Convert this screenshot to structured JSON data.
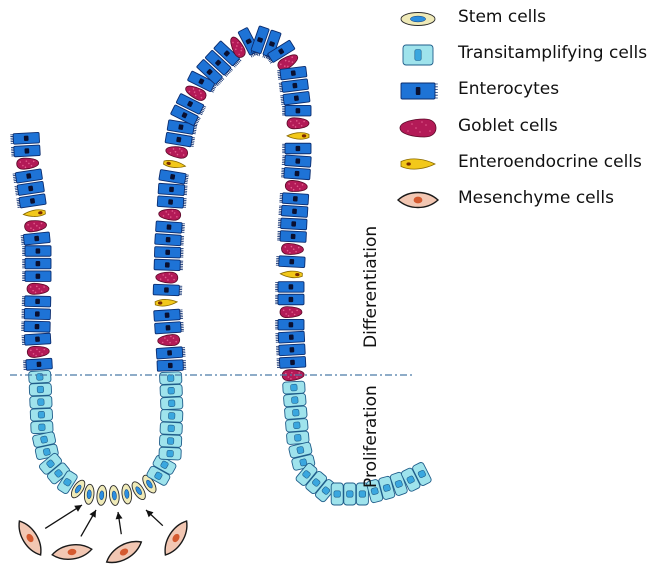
{
  "legend": {
    "items": [
      {
        "key": "stem",
        "label": "Stem cells",
        "icon": "stem-cell-icon"
      },
      {
        "key": "ta",
        "label": "Transitamplifying cells",
        "icon": "transit-amplifying-cell-icon"
      },
      {
        "key": "ent",
        "label": "Enterocytes",
        "icon": "enterocyte-icon"
      },
      {
        "key": "gob",
        "label": "Goblet cells",
        "icon": "goblet-cell-icon"
      },
      {
        "key": "ee",
        "label": "Enteroendocrine cells",
        "icon": "enteroendocrine-cell-icon"
      },
      {
        "key": "mes",
        "label": "Mesenchyme cells",
        "icon": "mesenchyme-cell-icon"
      }
    ]
  },
  "labels": {
    "differentiation": "Differentiation",
    "proliferation": "Proliferation"
  },
  "colors": {
    "enterocyte": "#1e73d6",
    "enterocyte_nucleus": "#0a1030",
    "transit": "#9fe3ec",
    "transit_nucleus": "#3aa7df",
    "stem": "#efeab8",
    "stem_nucleus": "#2c8fe0",
    "goblet": "#b31a57",
    "enteroendocrine": "#f2c81a",
    "mesenchyme": "#f2c7b3",
    "mesenchyme_nucleus": "#d45a30",
    "divider": "#4a7aa6"
  }
}
